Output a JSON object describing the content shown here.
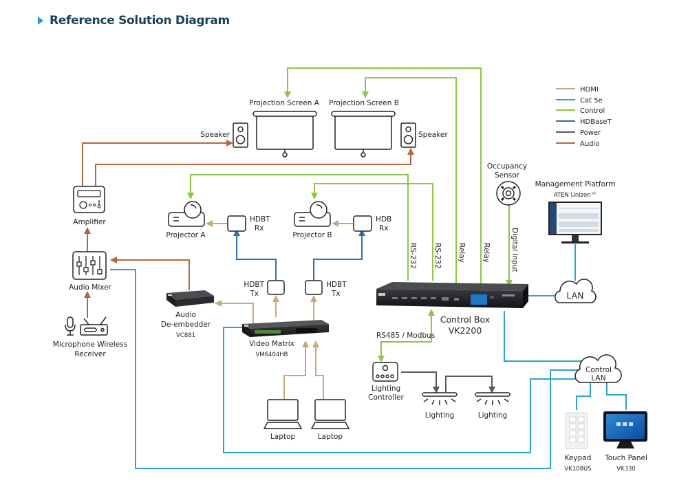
{
  "header": {
    "title": "Reference Solution Diagram"
  },
  "colors": {
    "hdmi": "#c8a878",
    "cat5e": "#2aa4cf",
    "control": "#8dc63f",
    "hdbaset": "#2770b0",
    "power": "#555a60",
    "audio": "#b5673a",
    "title": "#16405e",
    "accent": "#1f9ad6"
  },
  "legend": [
    {
      "key": "hdmi",
      "label": "HDMI"
    },
    {
      "key": "cat5e",
      "label": "Cat 5e"
    },
    {
      "key": "control",
      "label": "Control"
    },
    {
      "key": "hdbaset",
      "label": "HDBaseT"
    },
    {
      "key": "power",
      "label": "Power"
    },
    {
      "key": "audio",
      "label": "Audio"
    }
  ],
  "devices": {
    "screen_a": "Projection Screen A",
    "screen_b": "Projection Screen B",
    "speaker_left": "Speaker",
    "speaker_right": "Speaker",
    "amplifier": "Amplifier",
    "audio_mixer": "Audio Mixer",
    "mic_receiver_line1": "Microphone Wireless",
    "mic_receiver_line2": "Receiver",
    "projector_a": "Projector A",
    "projector_b": "Projector B",
    "hdbt_rx_a_line1": "HDBT",
    "hdbt_rx_a_line2": "Rx",
    "hdbt_rx_b_line1": "HDB",
    "hdbt_rx_b_line2": "Rx",
    "hdbt_tx_a_line1": "HDBT",
    "hdbt_tx_a_line2": "Tx",
    "hdbt_tx_b_line1": "HDBT",
    "hdbt_tx_b_line2": "Tx",
    "audio_deembedder_line1": "Audio",
    "audio_deembedder_line2": "De-embedder",
    "audio_deembedder_model": "VC881",
    "video_matrix": "Video Matrix",
    "video_matrix_model": "VM6404HB",
    "laptop_1": "Laptop",
    "laptop_2": "Laptop",
    "control_box": "Control Box",
    "control_box_model": "VK2200",
    "occupancy_line1": "Occupancy",
    "occupancy_line2": "Sensor",
    "mgmt_title": "Management Platform",
    "mgmt_sub": "ATEN Unizon™",
    "lan": "LAN",
    "control_lan_line1": "Control",
    "control_lan_line2": "LAN",
    "lighting_ctrl_line1": "Lighting",
    "lighting_ctrl_line2": "Controller",
    "lighting_1": "Lighting",
    "lighting_2": "Lighting",
    "keypad": "Keypad",
    "keypad_model": "VK108US",
    "touch_panel": "Touch Panel",
    "touch_panel_model": "VK330"
  },
  "connections": {
    "rs232_a": "RS-232",
    "rs232_b": "RS-232",
    "relay_a": "Relay",
    "relay_b": "Relay",
    "digital_input": "Digital Input",
    "rs485": "RS485 / Modbus"
  }
}
